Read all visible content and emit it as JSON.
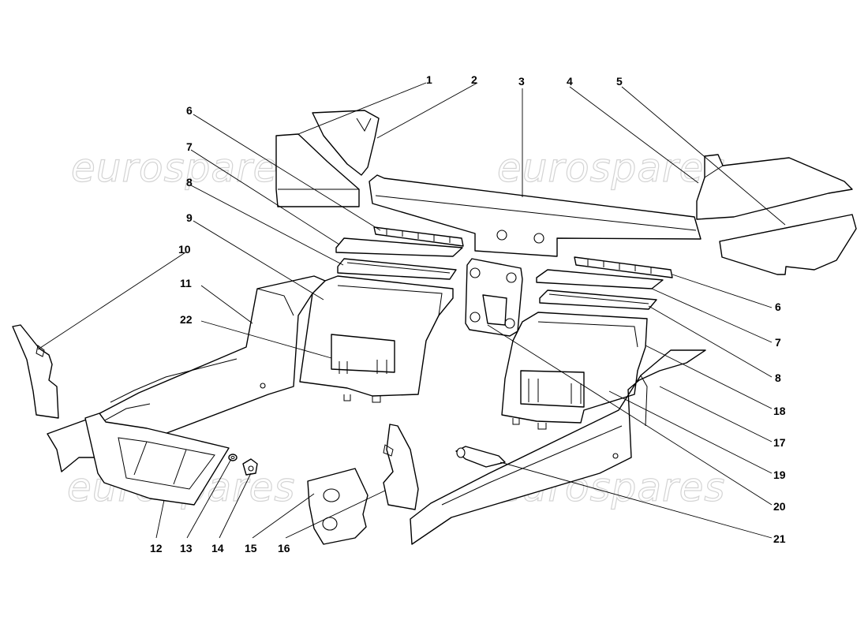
{
  "watermark": {
    "text": "eurospares",
    "color": "#d4d4d4"
  },
  "callouts": [
    {
      "id": 1,
      "label": "1"
    },
    {
      "id": 2,
      "label": "2"
    },
    {
      "id": 3,
      "label": "3"
    },
    {
      "id": 4,
      "label": "4"
    },
    {
      "id": 5,
      "label": "5"
    },
    {
      "id": 6,
      "label": "6"
    },
    {
      "id": 7,
      "label": "7"
    },
    {
      "id": 8,
      "label": "8"
    },
    {
      "id": 9,
      "label": "9"
    },
    {
      "id": 10,
      "label": "10"
    },
    {
      "id": 11,
      "label": "11"
    },
    {
      "id": 12,
      "label": "12"
    },
    {
      "id": 13,
      "label": "13"
    },
    {
      "id": 14,
      "label": "14"
    },
    {
      "id": 15,
      "label": "15"
    },
    {
      "id": 16,
      "label": "16"
    },
    {
      "id": 17,
      "label": "17"
    },
    {
      "id": 18,
      "label": "18"
    },
    {
      "id": 19,
      "label": "19"
    },
    {
      "id": 20,
      "label": "20"
    },
    {
      "id": 21,
      "label": "21"
    },
    {
      "id": 22,
      "label": "22"
    }
  ]
}
